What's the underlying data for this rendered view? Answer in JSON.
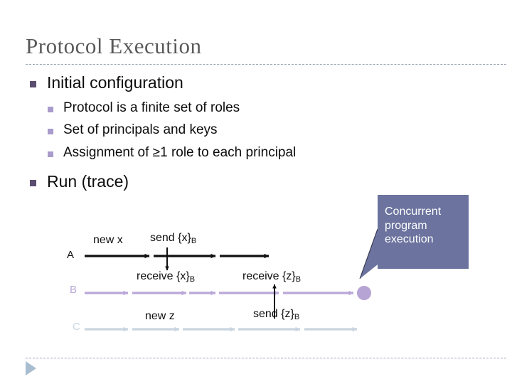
{
  "slide": {
    "title": "Protocol Execution",
    "background": "#ffffff",
    "title_color": "#595959"
  },
  "bullets": [
    {
      "level": 1,
      "text": "Initial configuration",
      "marker_color": "#5b4d70"
    },
    {
      "level": 2,
      "text": "Protocol is a finite set of roles",
      "marker_color": "#a99bcb"
    },
    {
      "level": 2,
      "text": "Set of principals and keys",
      "marker_color": "#a99bcb"
    },
    {
      "level": 2,
      "text": "Assignment of ≥1 role to each principal",
      "marker_color": "#a99bcb"
    },
    {
      "level": 1,
      "text": "Run (trace)",
      "marker_color": "#5b4d70"
    }
  ],
  "diagram": {
    "roles": [
      {
        "label": "A",
        "color": "#111111",
        "segments": 3
      },
      {
        "label": "B",
        "color": "#b9a8d8",
        "segments": 5,
        "endpoint": "filled-circle"
      },
      {
        "label": "C",
        "color": "#c9d5e0",
        "segments": 5
      }
    ],
    "events": [
      {
        "name": "new-x",
        "text": "new x",
        "sub": "",
        "row": "A"
      },
      {
        "name": "send-x",
        "text": "send {x}",
        "sub": "B",
        "row": "A"
      },
      {
        "name": "receive-x",
        "text": "receive {x}",
        "sub": "B",
        "row": "B"
      },
      {
        "name": "receive-z",
        "text": "receive {z}",
        "sub": "B",
        "row": "B"
      },
      {
        "name": "send-z",
        "text": "send {z}",
        "sub": "B",
        "row": "C"
      },
      {
        "name": "new-z",
        "text": "new z",
        "sub": "",
        "row": "C"
      }
    ],
    "message_arrows": [
      {
        "from": "A",
        "to": "B",
        "direction": "down",
        "label": "send {x}B / receive {x}B"
      },
      {
        "from": "C",
        "to": "B",
        "direction": "up",
        "label": "send {z}B / receive {z}B"
      }
    ]
  },
  "callout": {
    "text": "Concurrent program execution",
    "line1": "Concurrent",
    "line2": "program",
    "line3": "execution",
    "fill": "#6b739e",
    "text_color": "#ffffff"
  },
  "decor": {
    "rule_color": "#9aa4b4",
    "play_triangle_color": "#a8bdd0"
  }
}
